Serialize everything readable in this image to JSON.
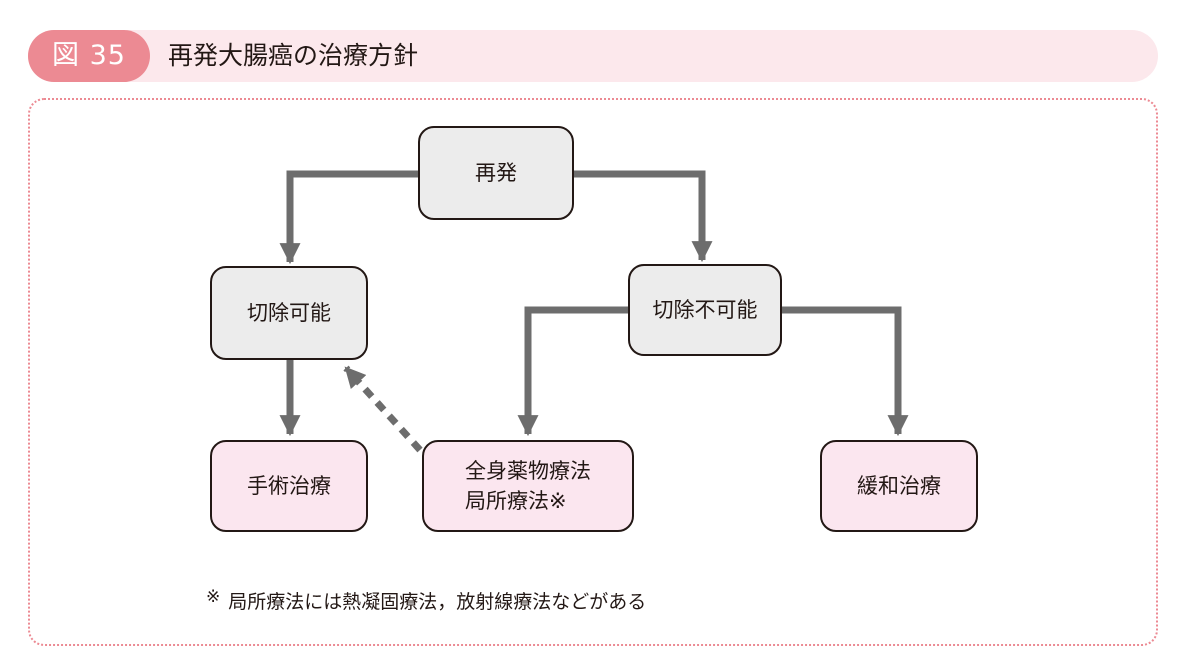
{
  "header": {
    "figure_label": "図 35",
    "title": "再発大腸癌の治療方針"
  },
  "nodes": {
    "recurrence": "再発",
    "resectable": "切除可能",
    "unresectable": "切除不可能",
    "surgery": "手術治療",
    "systemic_line1": "全身薬物療法",
    "systemic_line2": "局所療法※",
    "palliative": "緩和治療"
  },
  "footnote": {
    "mark": "※",
    "text": "局所療法には熱凝固療法，放射線療法などがある"
  },
  "colors": {
    "badge": "#ec8a93",
    "header_bg": "#fce8ec",
    "frame": "#ec8a93",
    "gray_node": "#ececec",
    "pink_node": "#fbe6ef",
    "arrow": "#6d6d6d"
  }
}
